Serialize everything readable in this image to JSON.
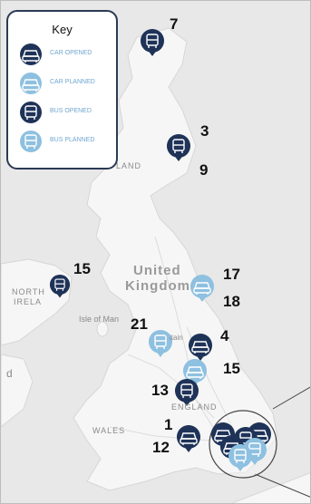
{
  "key": {
    "title": "Key",
    "items": [
      {
        "label": "CAR OPENED",
        "icon": "car-icon",
        "color": "#1f3358"
      },
      {
        "label": "CAR PLANNED",
        "icon": "car-icon",
        "color": "#8ec0e0"
      },
      {
        "label": "BUS OPENED",
        "icon": "bus-icon",
        "color": "#1f3358"
      },
      {
        "label": "BUS PLANNED",
        "icon": "bus-icon",
        "color": "#8ec0e0"
      }
    ]
  },
  "map_labels": {
    "scotland_partial": "LAND",
    "united": "United",
    "kingdom": "Kingdom",
    "north": "NORTH",
    "irela": "IRELA",
    "isle_of_man": "Isle of Man",
    "wales": "WALES",
    "england": "ENGLAND",
    "britain_partial": "itain",
    "edge_d": "d"
  },
  "counts": {
    "c7": "7",
    "c3": "3",
    "c9": "9",
    "c15_ni": "15",
    "c17": "17",
    "c18": "18",
    "c21": "21",
    "c4": "4",
    "c15": "15",
    "c13": "13",
    "c1": "1",
    "c12": "12"
  },
  "colors": {
    "opened": "#1f3358",
    "planned": "#8ec0e0",
    "land": "#f5f5f5",
    "sea": "#e8e8e8"
  }
}
